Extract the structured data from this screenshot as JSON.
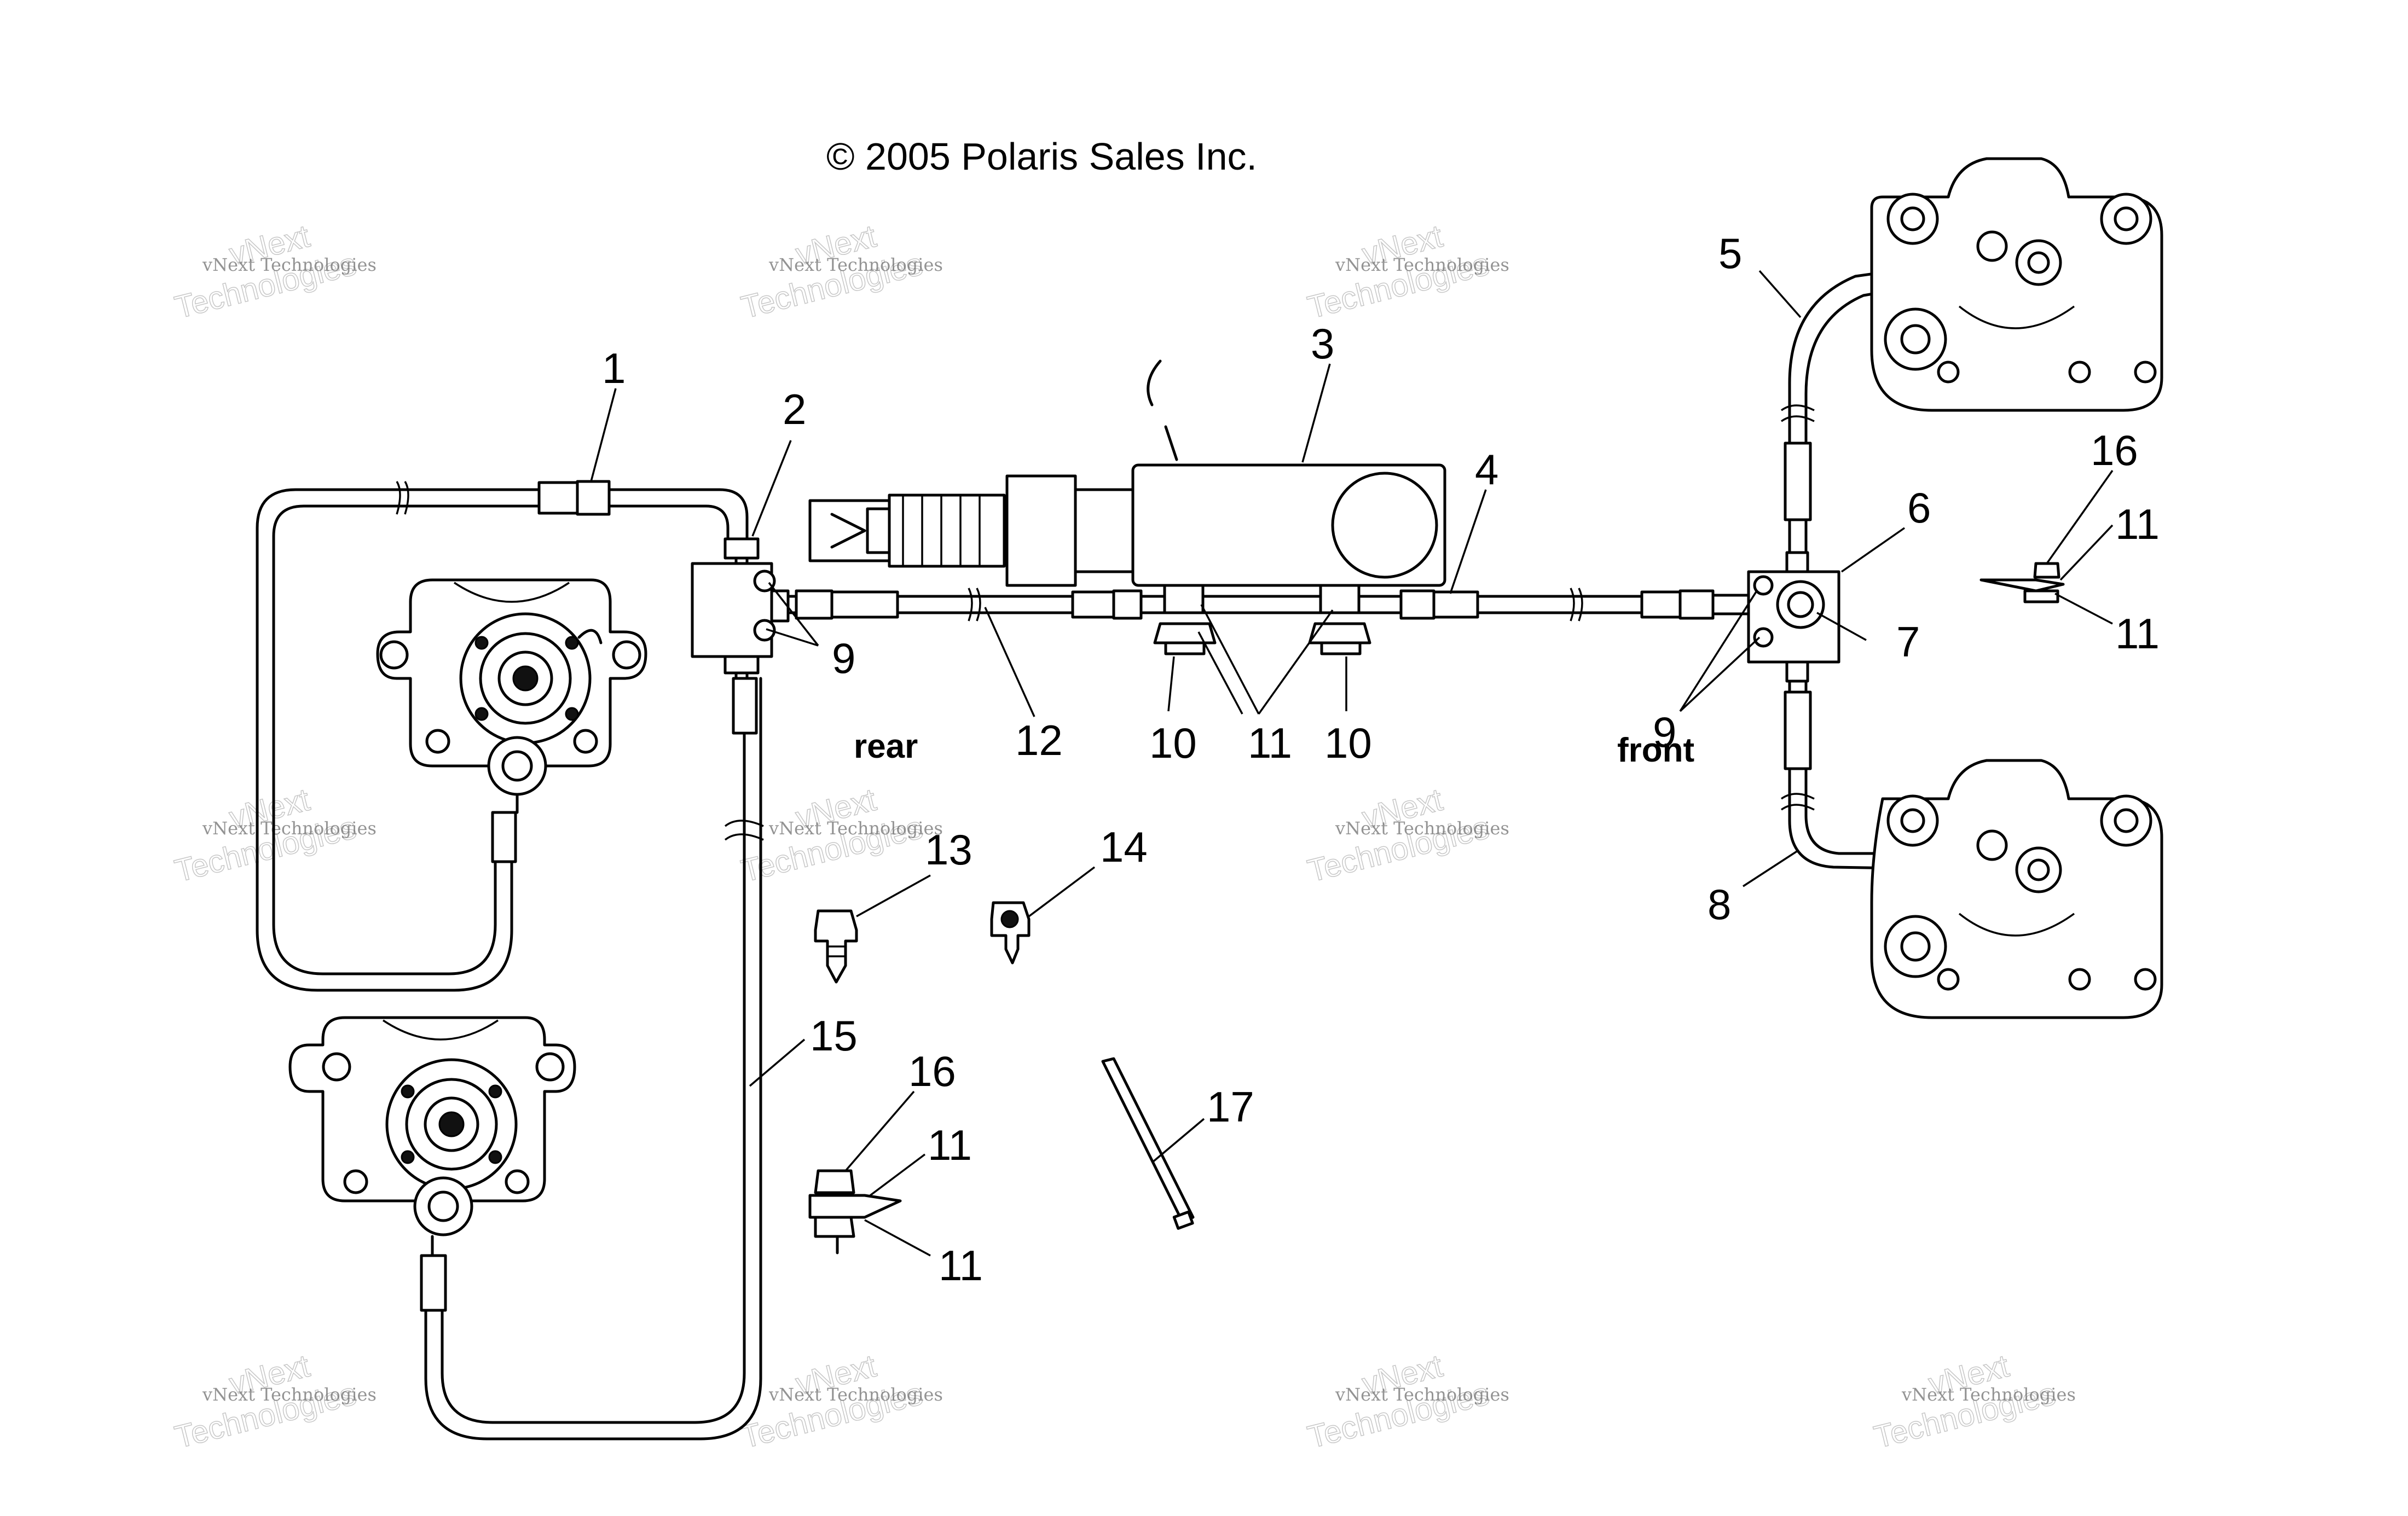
{
  "copyright": "© 2005 Polaris Sales Inc.",
  "labels": {
    "rear": "rear",
    "front": "front"
  },
  "callouts": [
    {
      "id": "c1",
      "text": "1"
    },
    {
      "id": "c2",
      "text": "2"
    },
    {
      "id": "c3",
      "text": "3"
    },
    {
      "id": "c4",
      "text": "4"
    },
    {
      "id": "c5",
      "text": "5"
    },
    {
      "id": "c6",
      "text": "6"
    },
    {
      "id": "c7",
      "text": "7"
    },
    {
      "id": "c8",
      "text": "8"
    },
    {
      "id": "c9a",
      "text": "9"
    },
    {
      "id": "c9b",
      "text": "9"
    },
    {
      "id": "c10a",
      "text": "10"
    },
    {
      "id": "c10b",
      "text": "10"
    },
    {
      "id": "c11a",
      "text": "11"
    },
    {
      "id": "c11b",
      "text": "11"
    },
    {
      "id": "c11c",
      "text": "11"
    },
    {
      "id": "c11d",
      "text": "11"
    },
    {
      "id": "c11e",
      "text": "11"
    },
    {
      "id": "c12",
      "text": "12"
    },
    {
      "id": "c13",
      "text": "13"
    },
    {
      "id": "c14",
      "text": "14"
    },
    {
      "id": "c15",
      "text": "15"
    },
    {
      "id": "c16a",
      "text": "16"
    },
    {
      "id": "c16b",
      "text": "16"
    },
    {
      "id": "c17",
      "text": "17"
    }
  ],
  "watermark": {
    "line1": "vNext Technologies",
    "line2": "vNext",
    "line3": "Technologies"
  }
}
